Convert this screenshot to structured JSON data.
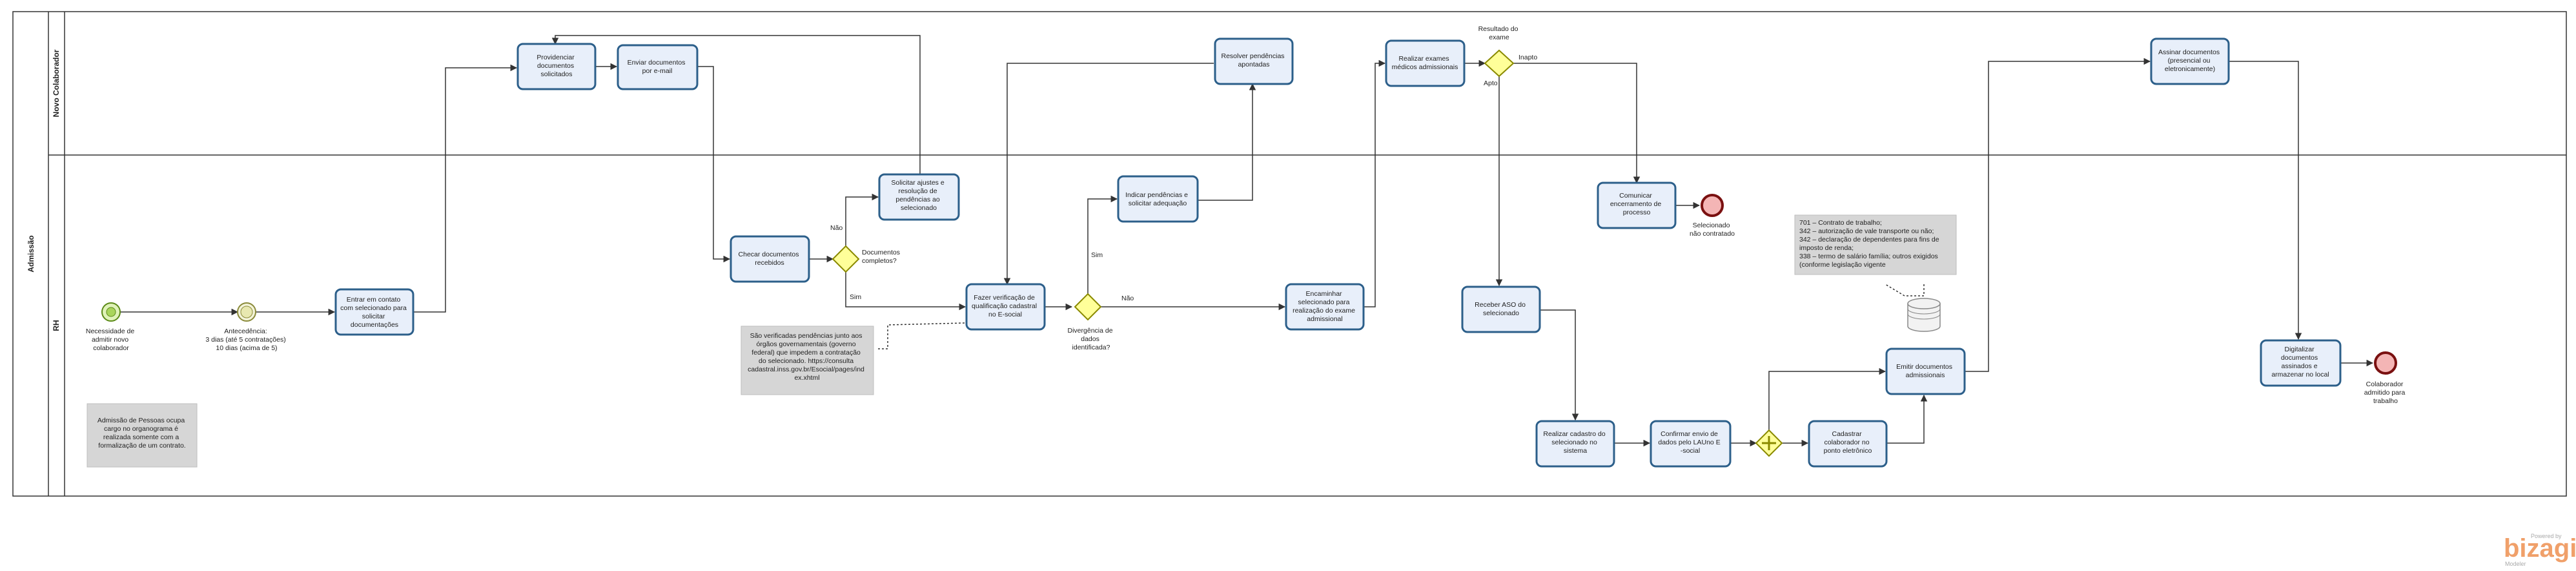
{
  "pool": {
    "title": "Admissão"
  },
  "lanes": {
    "top": "Novo Colaborador",
    "bottom": "RH"
  },
  "events": {
    "start": [
      "Necessidade de",
      "admitir novo",
      "colaborador"
    ],
    "timer": [
      "Antecedência:",
      "3 dias (até 5 contratações)",
      "10 dias (acima de 5)"
    ],
    "end1": [
      "Selecionado",
      "não contratado"
    ],
    "end2": [
      "Colaborador",
      "admitido para",
      "trabalho"
    ]
  },
  "tasks": {
    "contato": [
      "Entrar em contato",
      "com selecionado para",
      "solicitar",
      "documentações"
    ],
    "providenciar": [
      "Providenciar",
      "documentos",
      "solicitados"
    ],
    "enviar": [
      "Enviar documentos",
      "por e-mail"
    ],
    "checar": [
      "Checar documentos",
      "recebidos"
    ],
    "ajustes": [
      "Solicitar ajustes e",
      "resolução de",
      "pendências ao",
      "selecionado"
    ],
    "verificacao": [
      "Fazer verificação de",
      "qualificação cadastral",
      "no E-social"
    ],
    "indicar": [
      "Indicar pendências e",
      "solicitar adequação"
    ],
    "resolver": [
      "Resolver pendências",
      "apontadas"
    ],
    "encaminhar": [
      "Encaminhar",
      "selecionado para",
      "realização do exame",
      "admissional"
    ],
    "exames": [
      "Realizar exames",
      "médicos admissionais"
    ],
    "comunicar": [
      "Comunicar",
      "encerramento de",
      "processo"
    ],
    "receberaso": [
      "Receber ASO do",
      "selecionado"
    ],
    "cadastro": [
      "Realizar cadastro do",
      "selecionado no",
      "sistema"
    ],
    "confirmar": [
      "Confirmar envio de",
      "dados pelo LAUno E",
      "-social"
    ],
    "ponto": [
      "Cadastrar",
      "colaborador no",
      "ponto eletrônico"
    ],
    "emitir": [
      "Emitir documentos",
      "admissionais"
    ],
    "assinar": [
      "Assinar documentos",
      "(presencial ou",
      "eletronicamente)"
    ],
    "digitalizar": [
      "Digitalizar",
      "documentos",
      "assinados e",
      "armazenar no local"
    ]
  },
  "gateways": {
    "docs": [
      "Documentos",
      "completos?"
    ],
    "divergencia": [
      "Divergência de",
      "dados",
      "identificada?"
    ],
    "exame": [
      "Resultado do",
      "exame"
    ]
  },
  "flow_labels": {
    "nao1": "Não",
    "sim1": "Sim",
    "sim2": "Sim",
    "nao2": "Não",
    "apto": "Apto",
    "inapto": "Inapto"
  },
  "notes": {
    "admissao": [
      "Admissão de Pessoas ocupa",
      "cargo no organograma é",
      "realizada somente com a",
      "formalização de um contrato."
    ],
    "esocial": [
      "São verificadas pendências junto aos",
      "órgãos governamentais (governo",
      "federal) que impedem a contratação",
      "do selecionado. https://consulta",
      "cadastral.inss.gov.br/Esocial/pages/ind",
      "ex.xhtml"
    ],
    "docs": [
      "701 – Contrato de trabalho;",
      "342 – autorização de vale transporte ou não;",
      "342 – declaração de dependentes para fins de",
      "imposto de renda;",
      "338 – termo de salário família; outros exigidos",
      "(conforme legislação vigente"
    ]
  },
  "brand": {
    "small_top": "Powered by",
    "name": "bizagi",
    "small_bottom": "Modeler"
  }
}
